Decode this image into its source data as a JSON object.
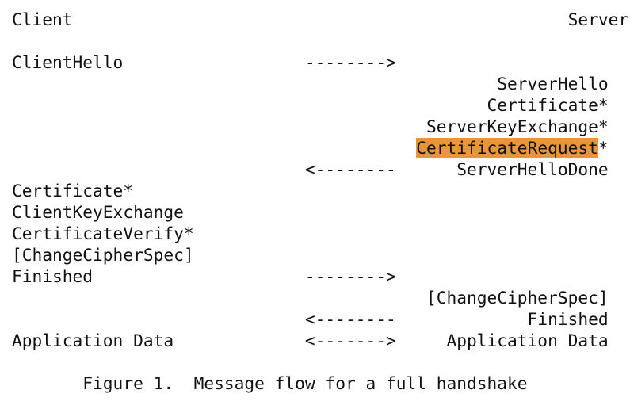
{
  "highlight_color": "#E8963A",
  "lines": [
    "Client                                                 Server",
    "",
    "ClientHello                  -------->",
    "                                                ServerHello",
    "                                               Certificate*",
    "                                         ServerKeyExchange*",
    "",
    "                             <--------      ServerHelloDone",
    "Certificate*",
    "ClientKeyExchange",
    "CertificateVerify*",
    "[ChangeCipherSpec]",
    "Finished                     -------->",
    "                                         [ChangeCipherSpec]",
    "                             <--------             Finished",
    "Application Data             <------->     Application Data",
    "",
    "       Figure 1.  Message flow for a full handshake"
  ],
  "highlight_line": {
    "prefix": "                                        ",
    "highlighted": "CertificateRequest",
    "suffix": "*"
  }
}
